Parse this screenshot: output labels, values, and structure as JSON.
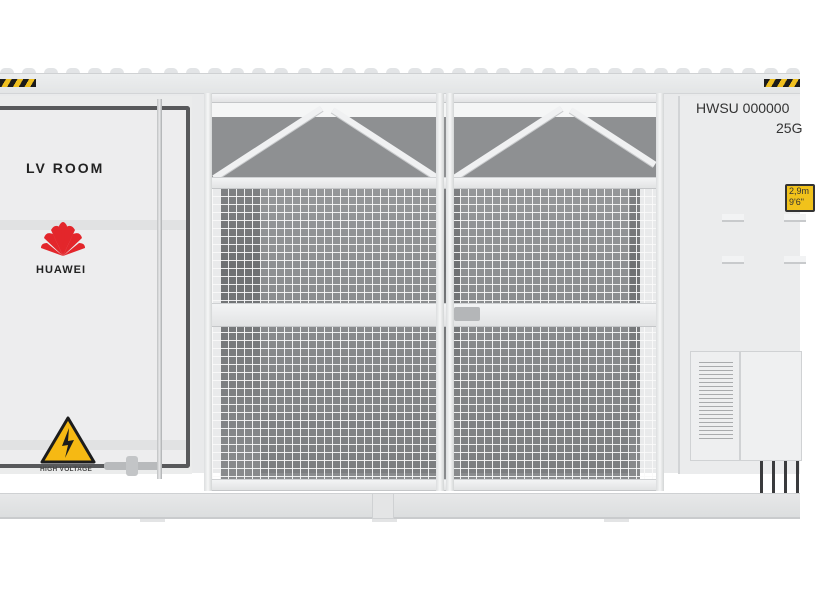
{
  "scene": {
    "subject": "Huawei containerized power equipment (side view)",
    "background_color": "#ffffff",
    "body_color": "#e9eaeb"
  },
  "lv_door": {
    "title": "LV ROOM",
    "brand": "HUAWEI",
    "brand_color": "#e3262b",
    "warning_icon": "high-voltage-triangle-icon",
    "warning_color": "#f6b913",
    "warning_text": "HIGH VOLTAGE"
  },
  "cage": {
    "description": "Wire-mesh guard doors (two leaves) over transformer"
  },
  "right_panel": {
    "serial_line_1": "HWSU 000000",
    "serial_line_2": "25G",
    "spec_label_line_1": "2,9m",
    "spec_label_line_2": "9'6\""
  },
  "colors": {
    "hazard_yellow": "#f0c020",
    "hazard_black": "#1c1c1c",
    "door_frame": "#58595b"
  }
}
